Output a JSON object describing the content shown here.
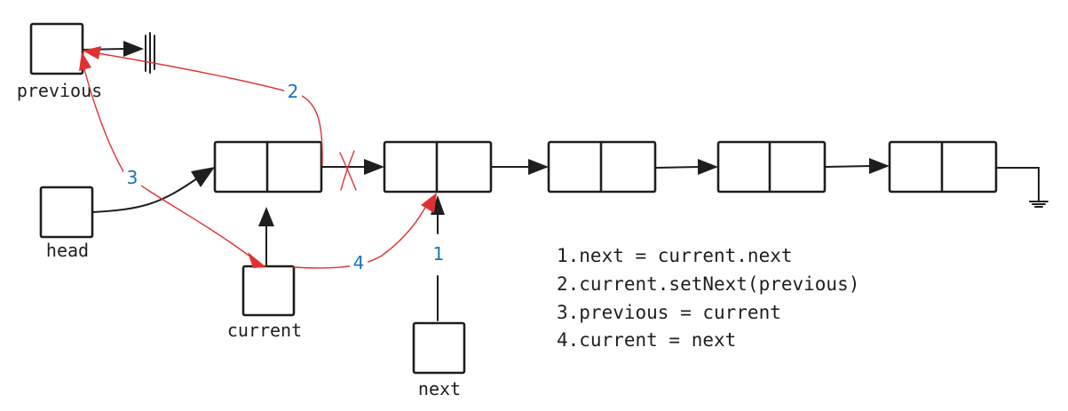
{
  "labels": {
    "previous": "previous",
    "head": "head",
    "current": "current",
    "next": "next"
  },
  "step_numbers": [
    "1",
    "2",
    "3",
    "4"
  ],
  "steps": [
    "1.next = current.next",
    "2.current.setNext(previous)",
    "3.previous = current",
    "4.current = next"
  ],
  "colors": {
    "stroke": "#1e1e1e",
    "step_arrows": "#e03131",
    "step_numbers": "#1971c2"
  },
  "node_count": 5
}
